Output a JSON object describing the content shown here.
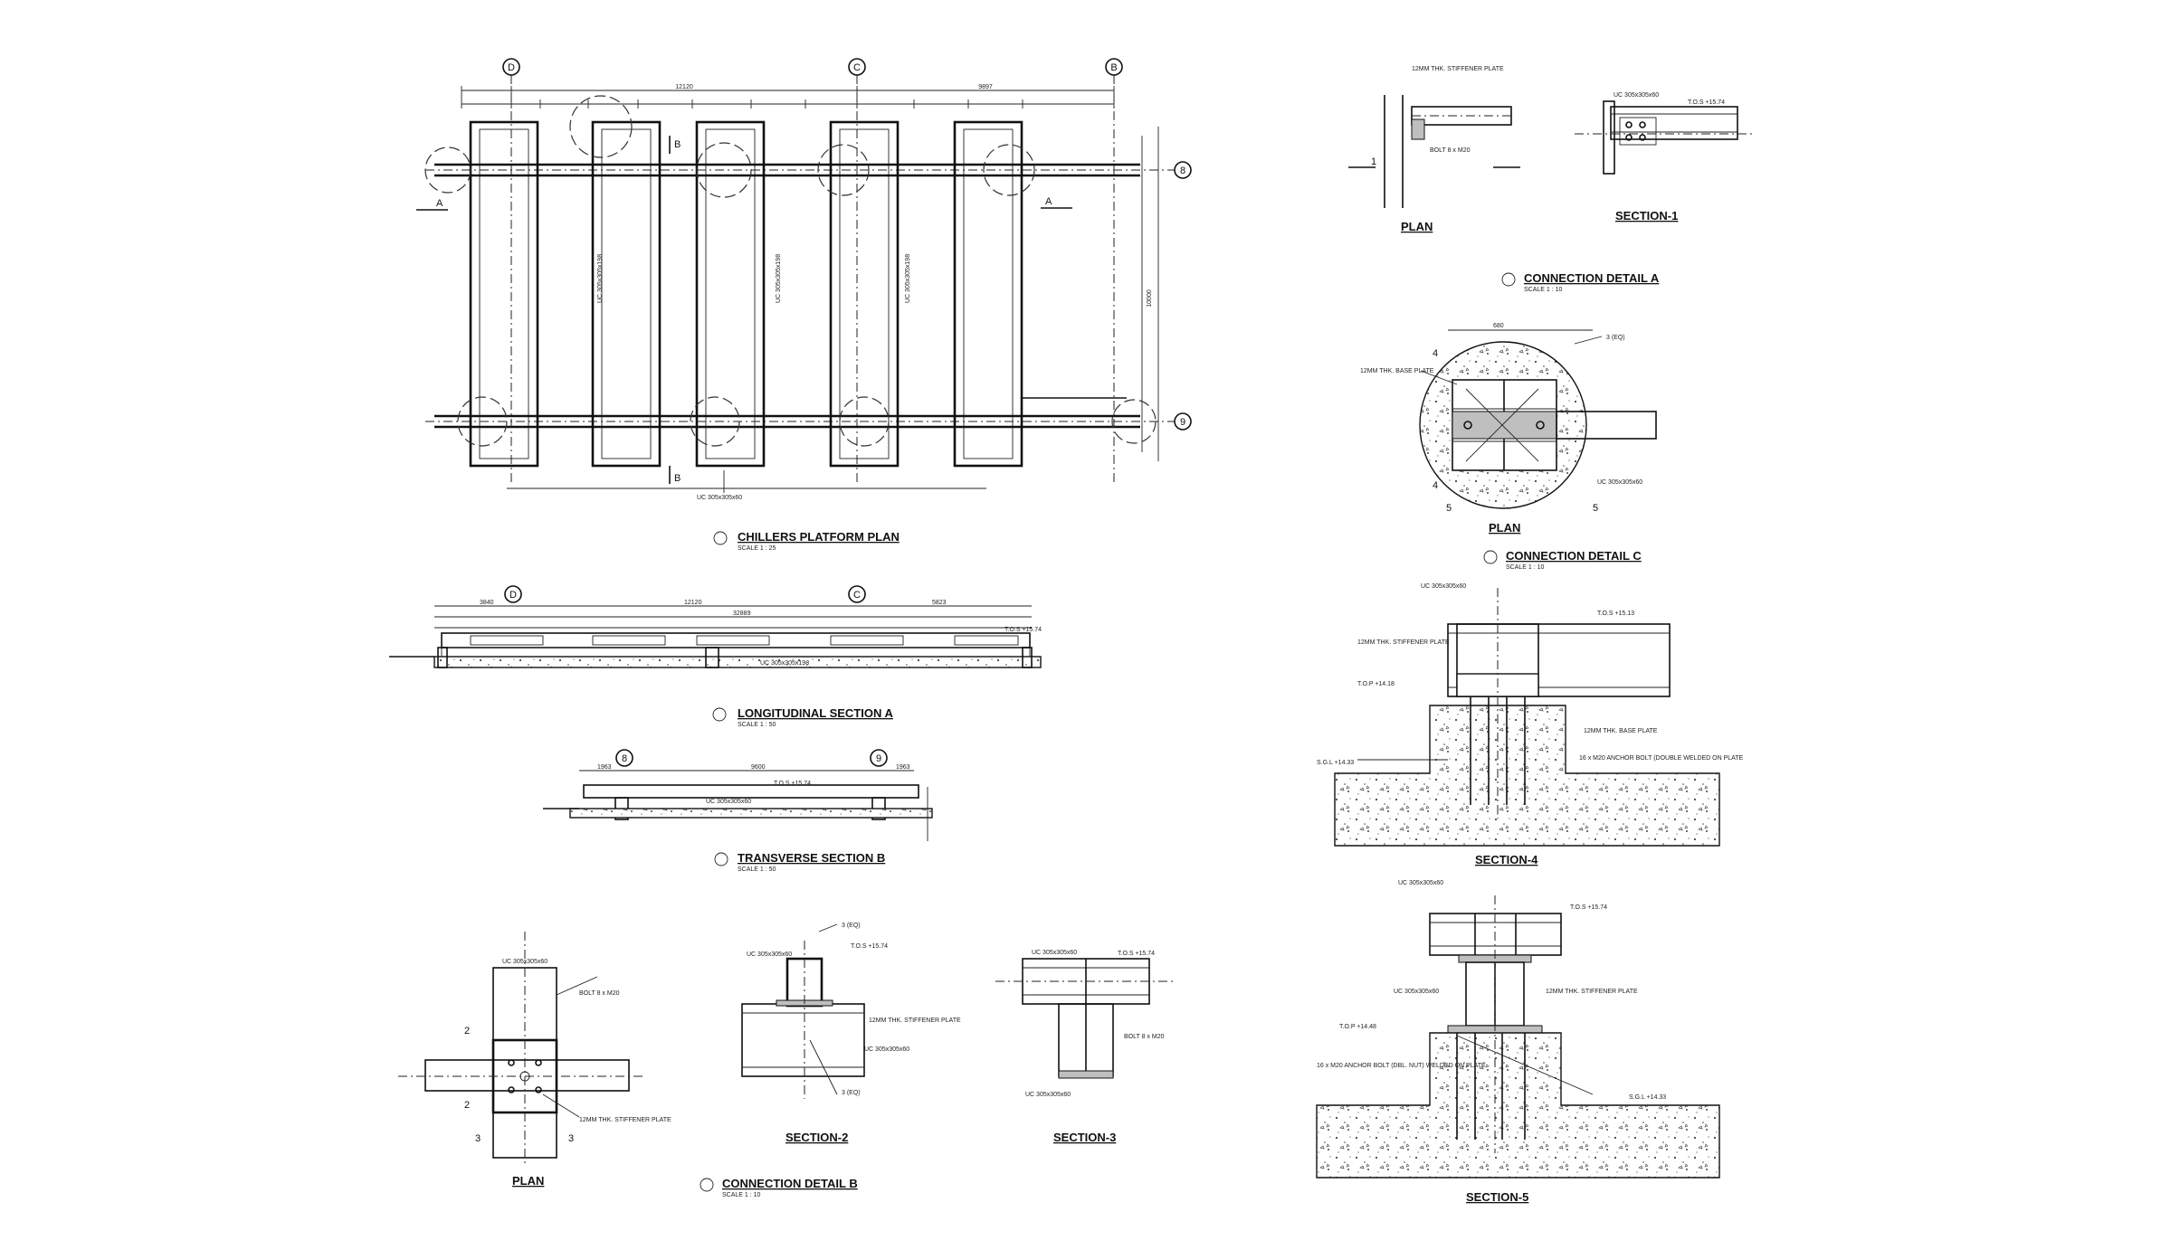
{
  "titles": {
    "plan": "CHILLERS PLATFORM PLAN",
    "long_section": "LONGITUDINAL SECTION A",
    "trans_section": "TRANSVERSE SECTION B",
    "conn_b": "CONNECTION DETAIL B",
    "conn_a": "CONNECTION DETAIL A",
    "conn_c": "CONNECTION DETAIL C",
    "section1": "SECTION-1",
    "section2": "SECTION-2",
    "section3": "SECTION-3",
    "section4": "SECTION-4",
    "section5": "SECTION-5",
    "plan_b": "PLAN",
    "plan_a": "PLAN",
    "plan_c": "PLAN"
  },
  "grids": {
    "d": "D",
    "c": "C",
    "b": "B",
    "s8": "8",
    "s9": "9"
  },
  "dimensions": {
    "plan_top_1": "12120",
    "plan_top_2": "9897",
    "plan_side": "10000",
    "long_total": "12120",
    "long_overall": "32889",
    "long_left": "3840",
    "long_right": "5823",
    "trans_mid": "9600",
    "trans_left": "1963",
    "trans_right": "1963",
    "conn_c_top": "680"
  },
  "labels": {
    "member_uc": "UC 305x305x198",
    "member_uc2": "UC 305x305x198",
    "member_uc3": "UC 305x305x198",
    "member_bot": "UC 305x305x60",
    "tos_a": "T.O.S +15.74",
    "tos_b": "T.O.S +15.74",
    "tos_c": "T.O.S +15.13",
    "top_4": "T.O.P +14.18",
    "sgl_4": "S.G.L +14.33",
    "tos_5": "T.O.S +15.74",
    "top_5": "T.O.P +14.48",
    "sgl_5": "S.G.L +14.33",
    "stiff_2": "12MM THK. STIFFENER PLATE",
    "stiff_5": "12MM THK. STIFFENER PLATE",
    "base_4": "12MM THK. BASE PLATE",
    "anchor_4": "16 x M20 ANCHOR BOLT (DOUBLE WELDED ON PLATE",
    "anchor_5": "16 x M20 ANCHOR BOLT (DBL. NUT) WELDED ON PLATE",
    "bolt_b": "BOLT 8 x M20",
    "bolt_3": "BOLT 8 x M20",
    "weld": "3 (EQ)",
    "base_c": "12MM THK. BASE PLATE",
    "sec_label_a": "A",
    "sec_label_b": "B",
    "num_1": "1",
    "num_2": "2",
    "num_3": "3",
    "num_4": "4",
    "num_5": "5"
  },
  "scales": {
    "plan": "SCALE 1 : 25",
    "long": "SCALE 1 : 50",
    "trans": "SCALE 1 : 50",
    "conn_b": "SCALE 1 : 10",
    "conn_a": "SCALE 1 : 10",
    "conn_c": "SCALE 1 : 10"
  },
  "colors": {
    "ink": "#111111",
    "plate_fill": "#bfbfbf"
  }
}
